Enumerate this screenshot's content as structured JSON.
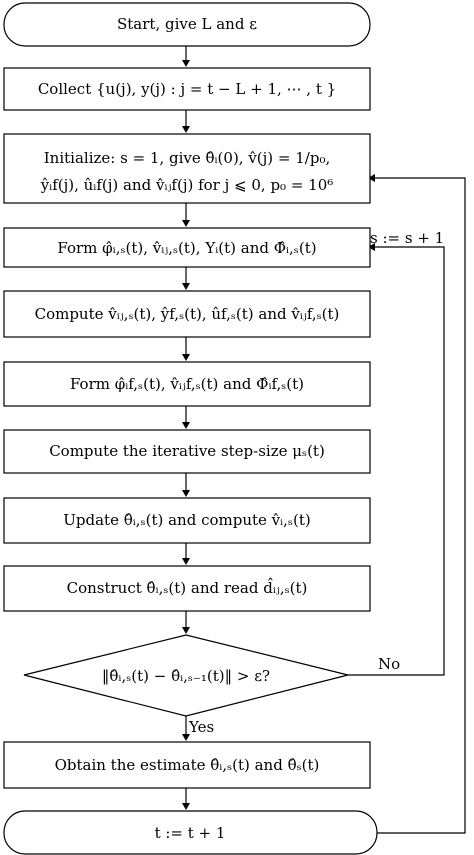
{
  "nodes": {
    "start": "Start, give L and ε",
    "collect": "Collect {u(j), y(j) : j = t − L + 1, ⋯ , t }",
    "init_line1": "Initialize: s = 1, give θ̂ᵢ(0), v̂(j) = 1/p₀,",
    "init_line2": "ŷᵢf(j), ûᵢf(j) and v̂ᵢⱼf(j) for j ⩽ 0, p₀ = 10⁶",
    "form1": "Form φ̂ᵢ,ₛ(t), v̂ᵢⱼ,ₛ(t), Yᵢ(t) and Φ̂ᵢ,ₛ(t)",
    "compute1": "Compute v̂ᵢⱼ,ₛ(t), ŷf,ₛ(t), ûf,ₛ(t) and v̂ᵢⱼf,ₛ(t)",
    "form2": "Form φ̂ᵢf,ₛ(t), v̂ᵢⱼf,ₛ(t) and Φ̂ᵢf,ₛ(t)",
    "stepsize": "Compute the iterative step-size μₛ(t)",
    "update": "Update θ̂ᵢ,ₛ(t) and compute v̂ᵢ,ₛ(t)",
    "construct": "Construct θ̂ᵢ,ₛ(t) and read d̂ᵢⱼ,ₛ(t)",
    "decision": "‖θ̂ᵢ,ₛ(t) − θ̂ᵢ,ₛ₋₁(t)‖ > ε?",
    "obtain": "Obtain the estimate θ̂ᵢ,ₛ(t) and θ̂ₛ(t)",
    "increment": "t := t + 1"
  },
  "edges": {
    "no_label": "No",
    "yes_label": "Yes",
    "loop_label": "s := s + 1"
  }
}
